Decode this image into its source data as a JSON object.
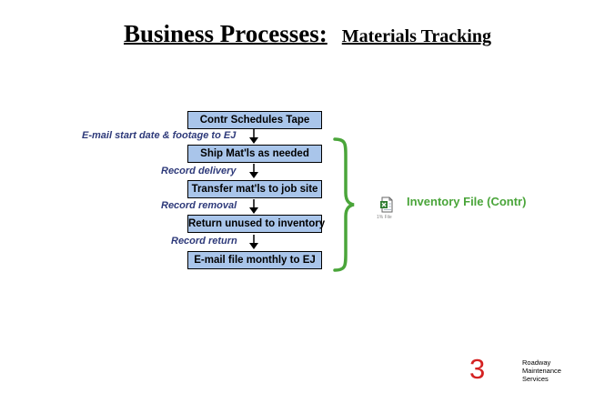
{
  "title": {
    "main": "Business Processes:",
    "sub": "Materials Tracking"
  },
  "process_boxes": [
    "Contr Schedules Tape",
    "Ship Mat'ls as needed",
    "Transfer mat'ls to job site",
    "Return unused to inventory",
    "E-mail file monthly to EJ"
  ],
  "step_labels": [
    "E-mail start date & footage to EJ",
    "Record delivery",
    "Record removal",
    "Record return"
  ],
  "inventory": {
    "label": "Inventory File (Contr)",
    "icon_caption": "1% File"
  },
  "footer": {
    "page_number": "3",
    "company_lines": [
      "Roadway",
      "Maintenance",
      "Services"
    ]
  },
  "colors": {
    "box_fill": "#a9c5ea",
    "step_text": "#2e3a7a",
    "inventory_green": "#4aa53a",
    "brace_green": "#4aa53a",
    "page_number_red": "#d42222"
  }
}
